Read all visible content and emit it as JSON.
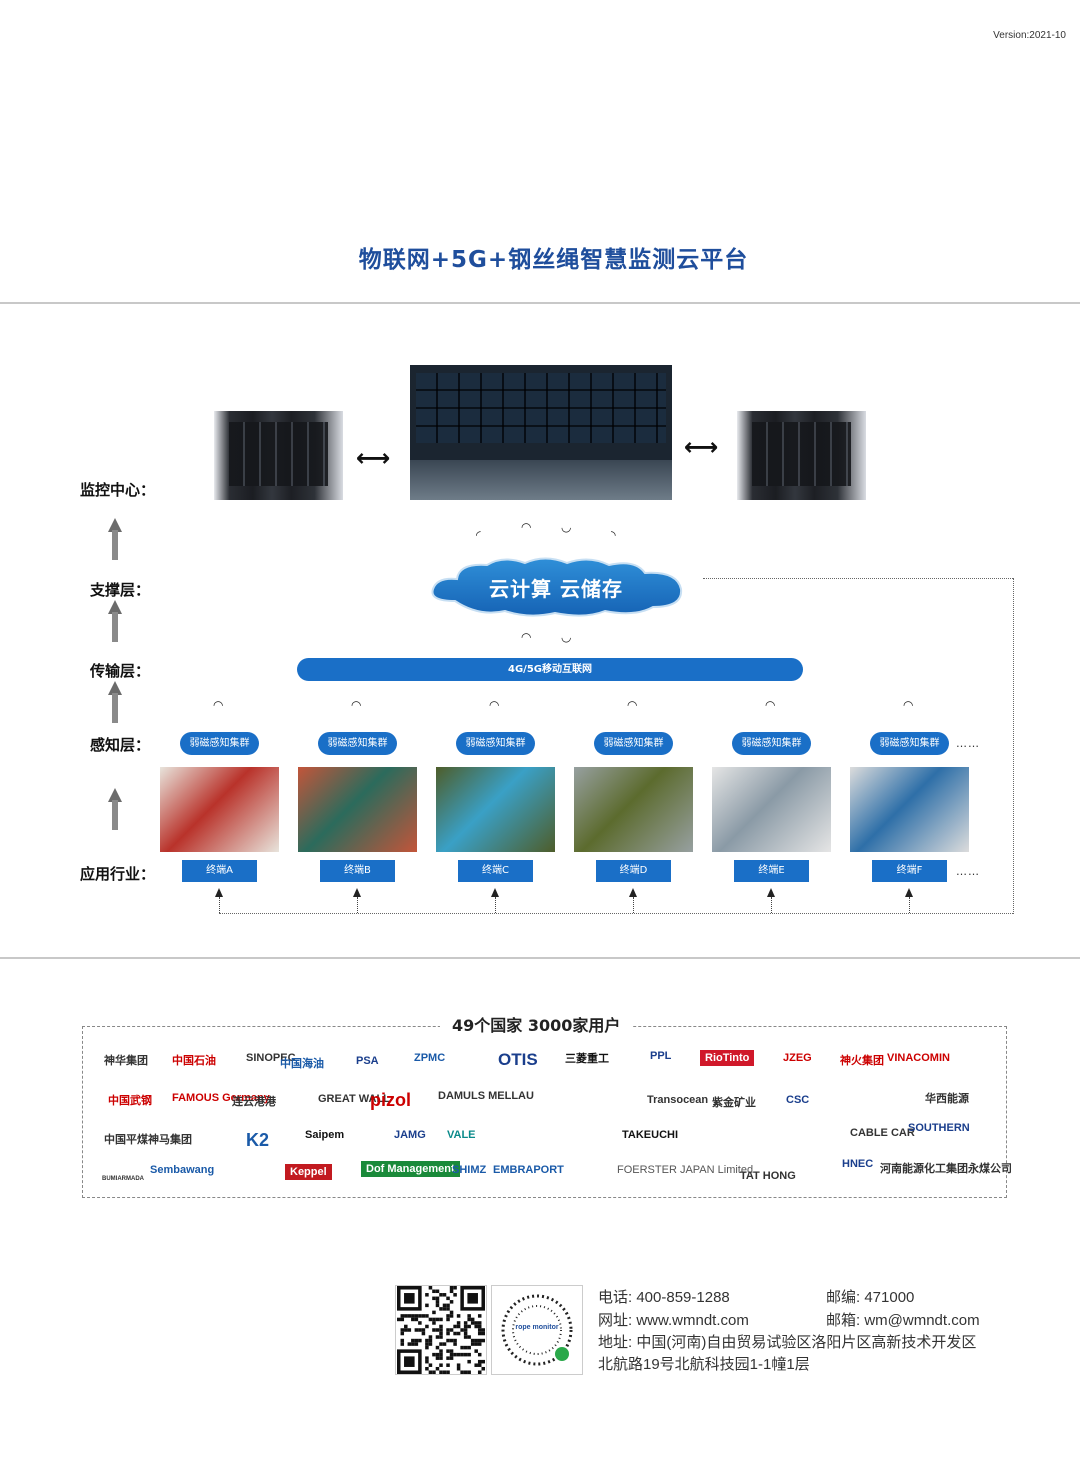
{
  "version": "Version:2021-10",
  "title": "物联网+5G+钢丝绳智慧监测云平台",
  "layers": {
    "monitor": "监控中心：",
    "support": "支撑层：",
    "transport": "传输层：",
    "sensing": "感知层：",
    "industry": "应用行业："
  },
  "cloud_label": "云计算  云储存",
  "network_label": "4G/5G移动互联网",
  "clusters": [
    "弱磁感知集群",
    "弱磁感知集群",
    "弱磁感知集群",
    "弱磁感知集群",
    "弱磁感知集群",
    "弱磁感知集群"
  ],
  "terminals": [
    "终端A",
    "终端B",
    "终端C",
    "终端D",
    "终端E",
    "终端F"
  ],
  "ellipsis": "……",
  "clients_title": "49个国家  3000家用户",
  "logos": [
    {
      "text": "神华集团",
      "color": "#333"
    },
    {
      "text": "中国石油",
      "color": "#c00"
    },
    {
      "text": "SINOPEC",
      "color": "#333"
    },
    {
      "text": "中国海油",
      "color": "#1a5aa8"
    },
    {
      "text": "PSA",
      "color": "#1a3e8c"
    },
    {
      "text": "ZPMC",
      "color": "#1a5aa8"
    },
    {
      "text": "OTIS",
      "color": "#1a3e8c"
    },
    {
      "text": "三菱重工",
      "color": "#111"
    },
    {
      "text": "PPL",
      "color": "#1a3e8c"
    },
    {
      "text": "RioTinto",
      "color": "#fff"
    },
    {
      "text": "JZEG",
      "color": "#c00"
    },
    {
      "text": "神火集团",
      "color": "#c00"
    },
    {
      "text": "VINACOMIN",
      "color": "#c00"
    },
    {
      "text": "中国武钢",
      "color": "#c00"
    },
    {
      "text": "FAMOUS Germany",
      "color": "#c00"
    },
    {
      "text": "连云港港",
      "color": "#333"
    },
    {
      "text": "GREAT WALL",
      "color": "#333"
    },
    {
      "text": "pizol",
      "color": "#c00"
    },
    {
      "text": "DAMULS MELLAU",
      "color": "#333"
    },
    {
      "text": "Transocean",
      "color": "#333"
    },
    {
      "text": "紫金矿业",
      "color": "#333"
    },
    {
      "text": "CSC",
      "color": "#1a3e8c"
    },
    {
      "text": "华西能源",
      "color": "#333"
    },
    {
      "text": "中国平煤神马集团",
      "color": "#333"
    },
    {
      "text": "K2",
      "color": "#1a5aa8"
    },
    {
      "text": "Saipem",
      "color": "#111"
    },
    {
      "text": "JAMG",
      "color": "#1a3e8c"
    },
    {
      "text": "VALE",
      "color": "#0a8a8a"
    },
    {
      "text": "TAKEUCHI",
      "color": "#111"
    },
    {
      "text": "CABLE CAR",
      "color": "#333"
    },
    {
      "text": "SOUTHERN",
      "color": "#1a3e8c"
    },
    {
      "text": "Sembawang",
      "color": "#1a5aa8"
    },
    {
      "text": "Keppel",
      "color": "#fff"
    },
    {
      "text": "Dof Management",
      "color": "#fff"
    },
    {
      "text": "SHIMZ",
      "color": "#1a5aa8"
    },
    {
      "text": "EMBRAPORT",
      "color": "#1a5aa8"
    },
    {
      "text": "FOERSTER JAPAN Limited",
      "color": "#555"
    },
    {
      "text": "TAT HONG",
      "color": "#333"
    },
    {
      "text": "HNEC",
      "color": "#1a3e8c"
    },
    {
      "text": "河南能源化工集团永煤公司",
      "color": "#333"
    },
    {
      "text": "BUMIARMADA",
      "color": "#333"
    }
  ],
  "contact": {
    "phone": "电话: 400-859-1288",
    "postcode": "邮编: 471000",
    "website": "网址: www.wmndt.com",
    "email": "邮箱: wm@wmndt.com",
    "address1": "地址: 中国(河南)自由贸易试验区洛阳片区高新技术开发区",
    "address2": "北航路19号北航科技园1-1幢1层"
  },
  "miniapp_brand": "rope monitor",
  "colors": {
    "accent": "#1a6fc7",
    "title": "#1f4e9c"
  }
}
